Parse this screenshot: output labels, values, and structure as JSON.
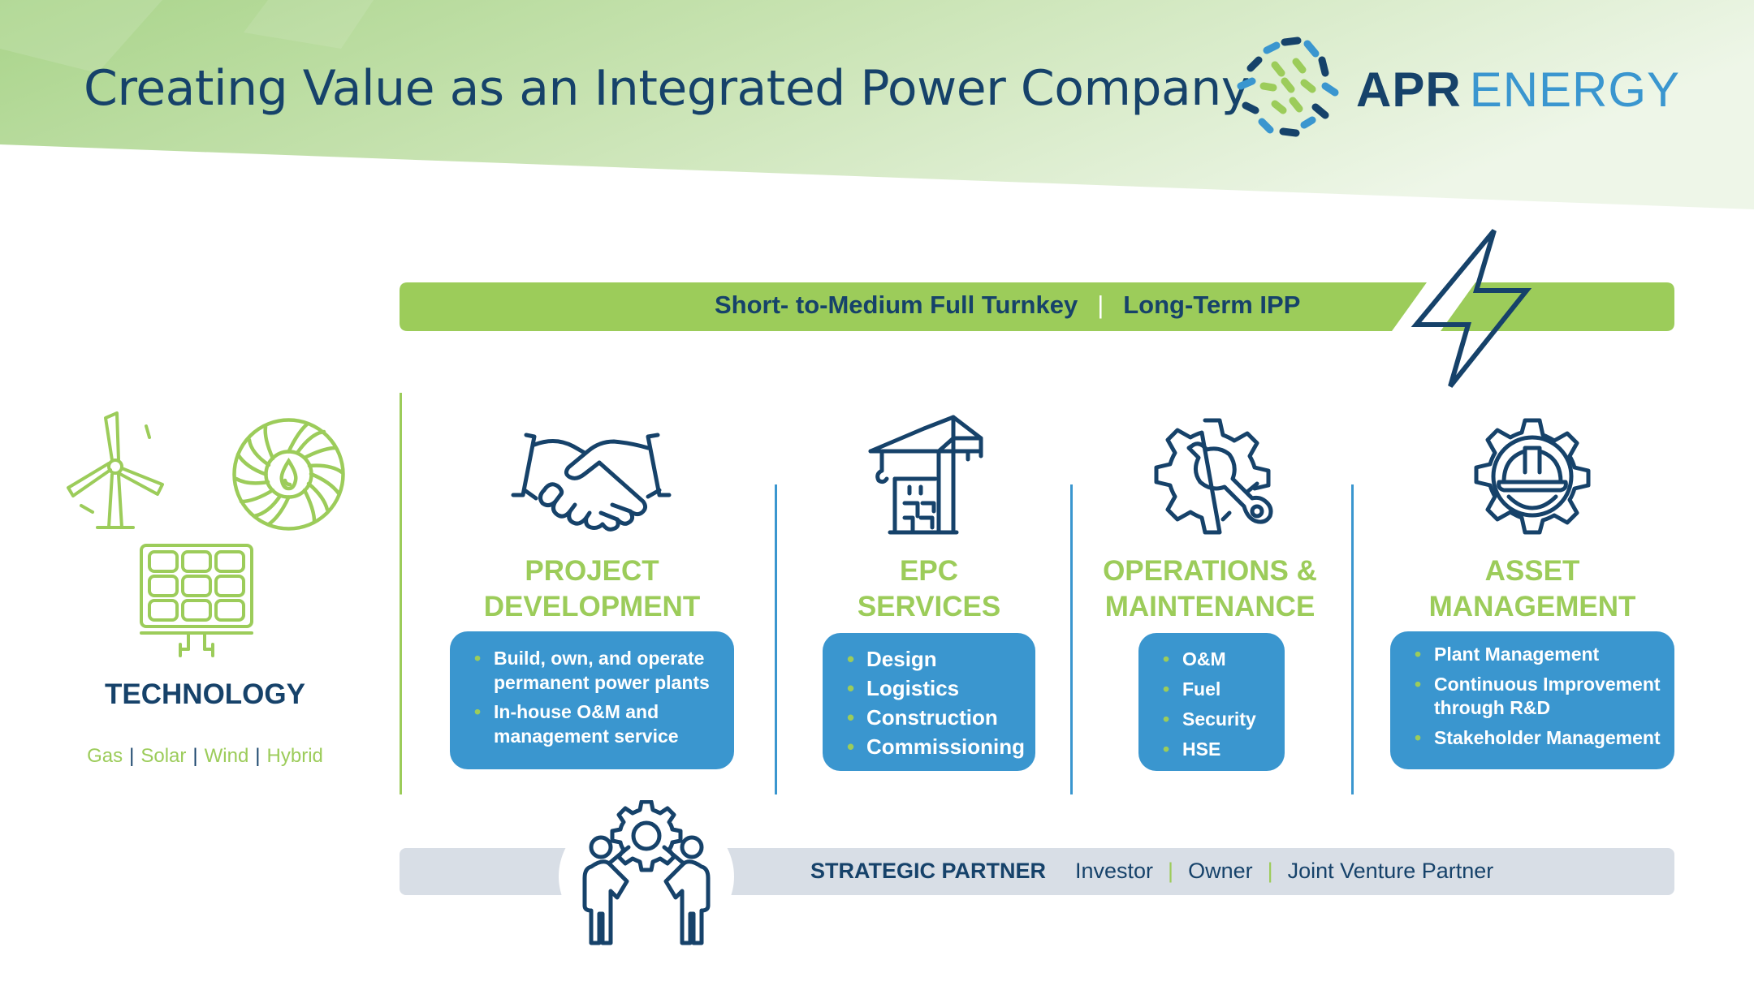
{
  "slide": {
    "title": "Creating Value as an Integrated Power Company"
  },
  "logo": {
    "brand_bold": "APR",
    "brand_light": "ENERGY"
  },
  "top_bar": {
    "left_text": "Short- to-Medium Full Turnkey",
    "separator": "|",
    "right_text": "Long-Term IPP"
  },
  "technology": {
    "label": "TECHNOLOGY",
    "items": [
      "Gas",
      "Solar",
      "Wind",
      "Hybrid"
    ],
    "separator": "|"
  },
  "pillars": [
    {
      "heading_line1": "PROJECT",
      "heading_line2": "DEVELOPMENT",
      "icon": "handshake-icon",
      "bullets": [
        "Build, own, and operate permanent power plants",
        "In-house O&M and management service"
      ]
    },
    {
      "heading_line1": "EPC",
      "heading_line2": "SERVICES",
      "icon": "construction-crane-icon",
      "bullets": [
        "Design",
        "Logistics",
        "Construction",
        "Commissioning"
      ]
    },
    {
      "heading_line1": "OPERATIONS &",
      "heading_line2": "MAINTENANCE",
      "icon": "gear-wrench-icon",
      "bullets": [
        "O&M",
        "Fuel",
        "Security",
        "HSE"
      ]
    },
    {
      "heading_line1": "ASSET",
      "heading_line2": "MANAGEMENT",
      "icon": "gear-hardhat-icon",
      "bullets": [
        "Plant Management",
        "Continuous Improvement through R&D",
        "Stakeholder Management"
      ]
    }
  ],
  "bottom_bar": {
    "lead": "STRATEGIC PARTNER",
    "items": [
      "Investor",
      "Owner",
      "Joint Venture Partner"
    ],
    "separator": "|"
  },
  "colors": {
    "navy": "#16426a",
    "green": "#9ccc5a",
    "blue": "#3a96cf",
    "light_gray": "#d8dee6"
  }
}
